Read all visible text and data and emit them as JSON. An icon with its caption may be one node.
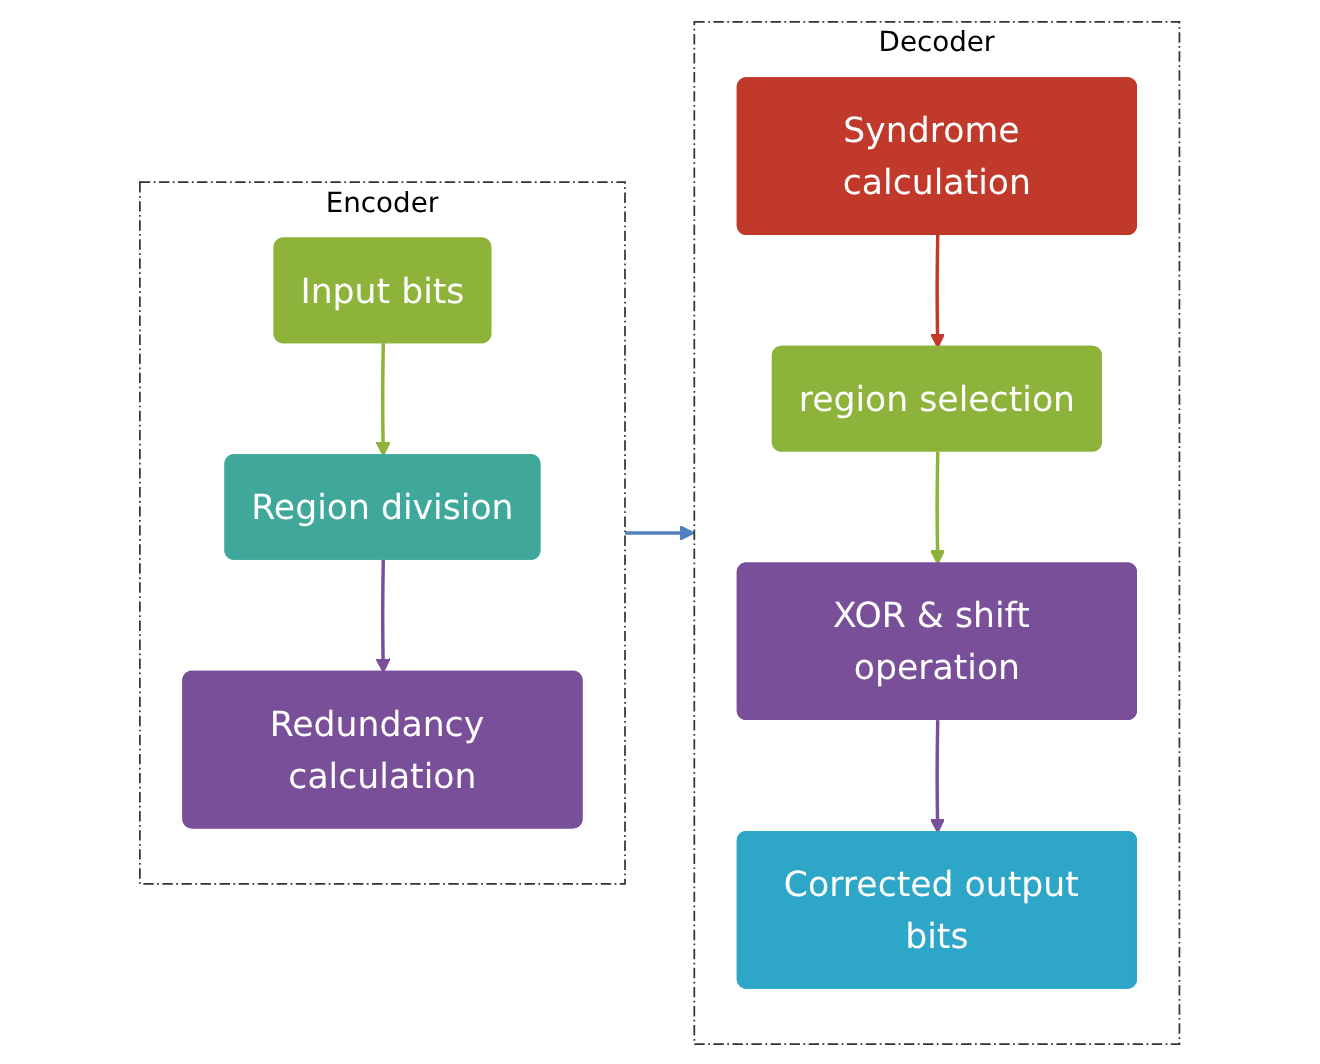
{
  "diagram": {
    "nodes": [
      {
        "text": [
          "Encoder"
        ]
      },
      {
        "text": [
          "Input bits"
        ],
        "in": 0
      },
      {
        "text": [
          "Region division"
        ],
        "in": 0
      },
      {
        "text": [
          "Redundancy calculation"
        ],
        "in": 0
      },
      {
        "text": [
          "Decoder"
        ]
      },
      {
        "text": [
          "Syndrome calculation"
        ],
        "in": 4
      },
      {
        "text": [
          "region selection"
        ],
        "in": 4
      },
      {
        "text": [
          "XOR & shift operation"
        ],
        "in": 4
      },
      {
        "text": [
          "Corrected output bits"
        ],
        "in": 4
      }
    ],
    "edges": [
      {
        "from": 1,
        "to": 2,
        "arrow": "to",
        "color": "#8db33a"
      },
      {
        "from": 2,
        "to": 3,
        "arrow": "to",
        "color": "#7a4f9a"
      },
      {
        "from": 0,
        "to": 4,
        "arrow": "to",
        "color": "#4f81bd"
      },
      {
        "from": 5,
        "to": 6,
        "arrow": "to",
        "color": "#c0392b"
      },
      {
        "from": 6,
        "to": 7,
        "arrow": "to",
        "color": "#8db33a"
      },
      {
        "from": 7,
        "to": 8,
        "arrow": "to",
        "color": "#7a4f9a"
      }
    ]
  }
}
